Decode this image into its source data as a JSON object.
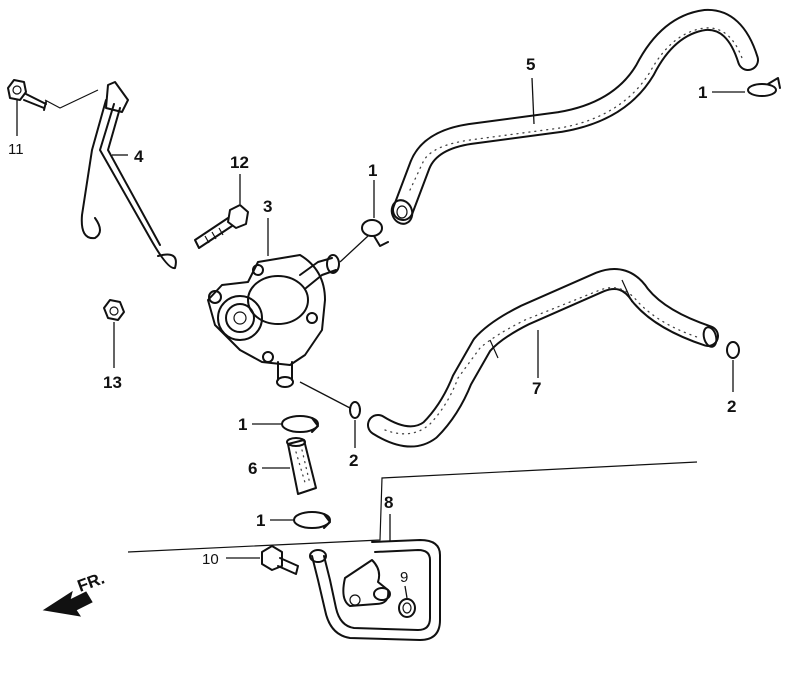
{
  "callouts": {
    "c1_top": "1",
    "c1_right": "1",
    "c1_mid": "1",
    "c1_low": "1",
    "c2_mid": "2",
    "c2_right": "2",
    "c3": "3",
    "c4": "4",
    "c5": "5",
    "c6": "6",
    "c7": "7",
    "c8": "8",
    "c9": "9",
    "c10": "10",
    "c11": "11",
    "c12": "12",
    "c13": "13"
  },
  "direction_marker": "FR."
}
